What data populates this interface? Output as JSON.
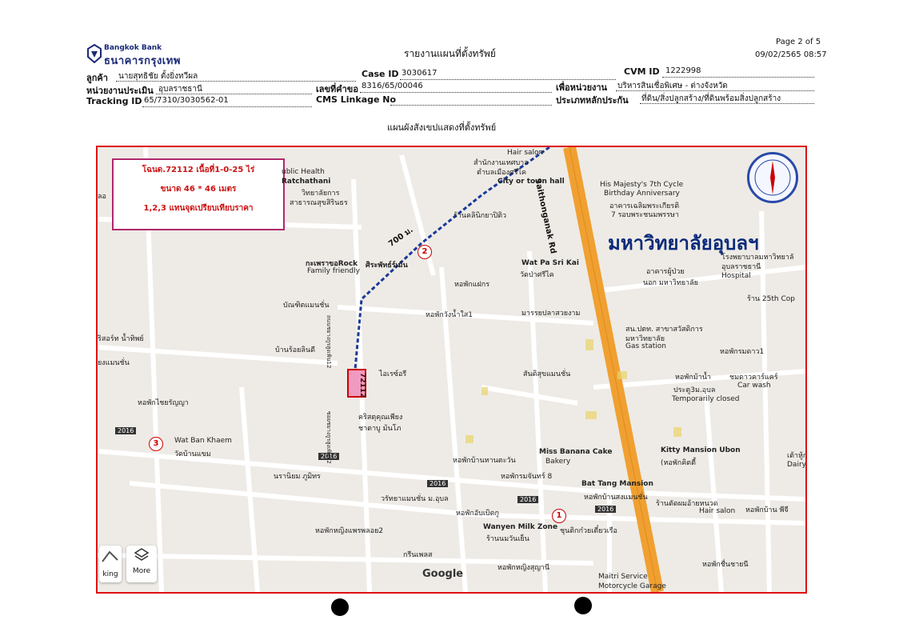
{
  "header": {
    "bank_name_en": "Bangkok Bank",
    "bank_name_th": "ธนาคารกรุงเทพ",
    "report_title": "รายงานแผนที่ตั้งทรัพย์",
    "page": "Page 2 of 5",
    "datetime": "09/02/2565 08:57"
  },
  "fields": {
    "customer_label": "ลูกค้า",
    "customer_value": "นายสุทธิชัย ตั้งยิ่งทวีผล",
    "case_label": "Case ID",
    "case_value": "3030617",
    "cvm_label": "CVM ID",
    "cvm_value": "1222998",
    "unit_label": "หน่วยงานประเมิน",
    "unit_value": "อุบลราชธานี",
    "request_label": "เลขที่คำขอ",
    "request_value": "8316/65/00046",
    "for_unit_label": "เพื่อหน่วยงาน",
    "for_unit_value": "บริหารสินเชื่อพิเศษ - ต่างจังหวัด",
    "tracking_label": "Tracking ID",
    "tracking_value": "65/7310/3030562-01",
    "cms_label": "CMS Linkage No",
    "cms_value": "",
    "collateral_label": "ประเภทหลักประกัน",
    "collateral_value": "ที่ดิน/สิ่งปลูกสร้าง/ที่ดินพร้อมสิ่งปลูกสร้าง"
  },
  "map_title": "แผนผังสังเขปแสดงที่ตั้งทรัพย์",
  "legend": {
    "line1": "โฉนด.72112 เนื้อที่1-0-25 ไร่",
    "line2": "ขนาด 46 * 46 เมตร",
    "line3": "1,2,3 แทนจุดเปรียบเทียบราคา"
  },
  "map": {
    "road_main": "Saithonganak Rd",
    "distance": "700 ม.",
    "parcel": "72112",
    "university": "มหาวิทยาลัยอุบลฯ",
    "google": "Google",
    "more": "More",
    "layers_label": "king",
    "points": [
      "1",
      "2",
      "3"
    ],
    "badges": [
      "2016",
      "2016",
      "2016",
      "2016",
      "2016"
    ],
    "labels": [
      "Hair salon",
      "สำนักงานเทศบาล",
      "ตำบลเมืองศรีไค",
      "City or town hall",
      "ublic Health",
      "Ratchathani",
      "วิทยาลัยการ",
      "สาธารณสุขสิรินธร",
      "ร้านคลินิกยาปิติว",
      "His Majesty's 7th Cycle",
      "Birthday Anniversary",
      "อาคารเฉลิมพระเกียรติ",
      "7 รอบพระชนมพรรษา",
      "กะเพราขอRock",
      "Family friendly",
      "ศิระพัทธ์ร์เม้น",
      "Wat Pa Sri Kai",
      "วัดป่าศรีไค",
      "โรงพยาบาลมหาวิทยาลั",
      "อุบลราชธานี",
      "Hospital",
      "หอพักแฝกร",
      "อาคารผู้ป่วย",
      "นอก มหาวิทยาลัย",
      "ร้าน 25th Cop",
      "บัณฑิตแมนชั่น",
      "หอพักวังน้ำใส1",
      "มารรยปลาสวยงาม",
      "สน.ปตท. สาขาสวัสดิการ",
      "มหาวิทยาลัย",
      "Gas station",
      "หอพักรมดาว1",
      "ริสอร์ท น้ำทิพย์",
      "บ้านร้อยลินดี",
      "ยงแมนชั่น",
      "ไอเรซ์อรี",
      "สันติสุขแมนชั่น",
      "หอพักม้าน้ำ",
      "ประตู3ม.อุบล",
      "Temporarily closed",
      "ชมดาวคาร์แคร์",
      "Car wash",
      "หอพักไชยรัญญา",
      "คริสตุคุณเพียง",
      "ชาตาบู ม้นโภ",
      "Wat Ban Khaem",
      "วัดบ้านแขม",
      "หอพักบ้านหานตะวัน",
      "Miss Banana Cake",
      "Bakery",
      "Kitty Mansion Ubon",
      "(หอพักคิตตี้",
      "เต้าหู้กล",
      "Dairy",
      "นรานิยม ภูมิทร",
      "หอพักรมจันทร์ 8",
      "Bat Tang Mansion",
      "หอพักบ้านสงแมนชั่น",
      "ร้านตัดผมอ้ายหนวด",
      "Hair salon",
      "หอพักบ้าน พีจี",
      "วรัทยาแมนชั่น ม.อุบล",
      "หอพักอับเบิดกู",
      "หอพักหญิงแพรพลอย2",
      "Wanyen Milk Zone",
      "ร้านนมวันเย็น",
      "ชุนติกก๋วยเตี๋ยวเรือ",
      "กรีนเพลส",
      "หอพักหญิงสุญานี",
      "Maitri Service",
      "Motorcycle Garage",
      "หอพักชื่นชายนี",
      "ลอ",
      "ถนนชยางกูรสูงเพิน12",
      "ซอยชยางกูรสูงเพิน12"
    ]
  }
}
